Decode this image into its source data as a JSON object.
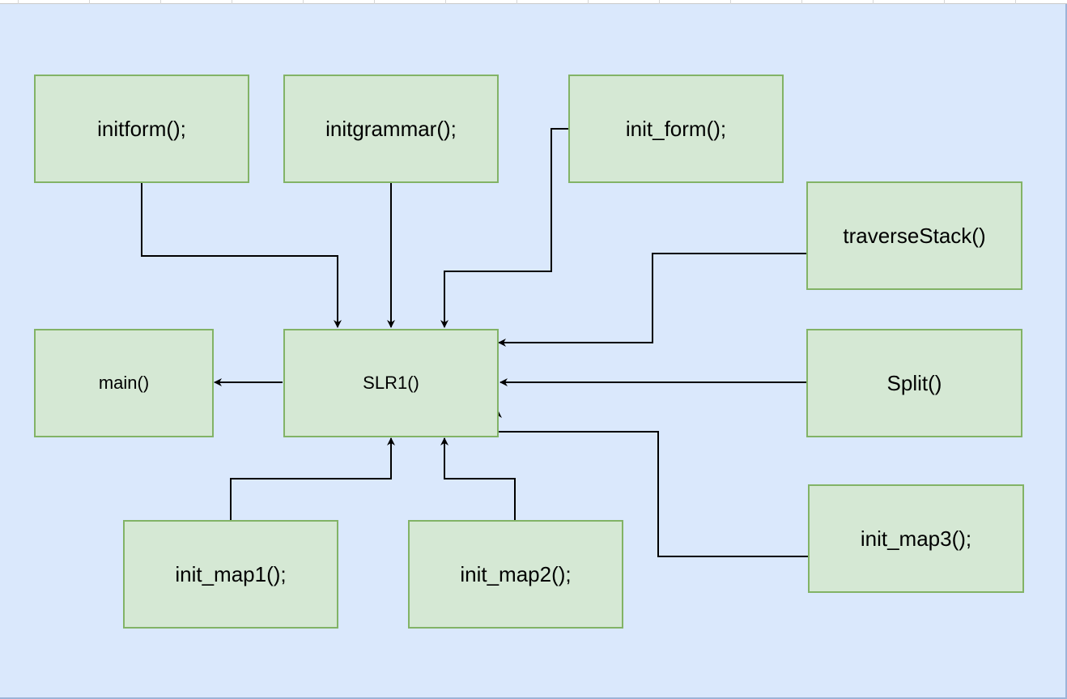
{
  "diagram": {
    "nodes": {
      "initform": "initform();",
      "initgrammar": "initgrammar();",
      "init_form": "init_form();",
      "traverseStack": "traverseStack()",
      "main": "main()",
      "slr1": "SLR1()",
      "split": "Split()",
      "init_map1": "init_map1();",
      "init_map2": "init_map2();",
      "init_map3": "init_map3();"
    },
    "edges": [
      {
        "from": "initform",
        "to": "slr1"
      },
      {
        "from": "initgrammar",
        "to": "slr1"
      },
      {
        "from": "init_form",
        "to": "slr1"
      },
      {
        "from": "traverseStack",
        "to": "slr1"
      },
      {
        "from": "split",
        "to": "slr1"
      },
      {
        "from": "init_map3",
        "to": "slr1"
      },
      {
        "from": "init_map1",
        "to": "slr1"
      },
      {
        "from": "init_map2",
        "to": "slr1"
      },
      {
        "from": "slr1",
        "to": "main"
      }
    ]
  },
  "colors": {
    "canvas_fill": "#dae8fc",
    "node_fill": "#d5e8d4",
    "node_stroke": "#82b366",
    "edge_stroke": "#000000"
  }
}
